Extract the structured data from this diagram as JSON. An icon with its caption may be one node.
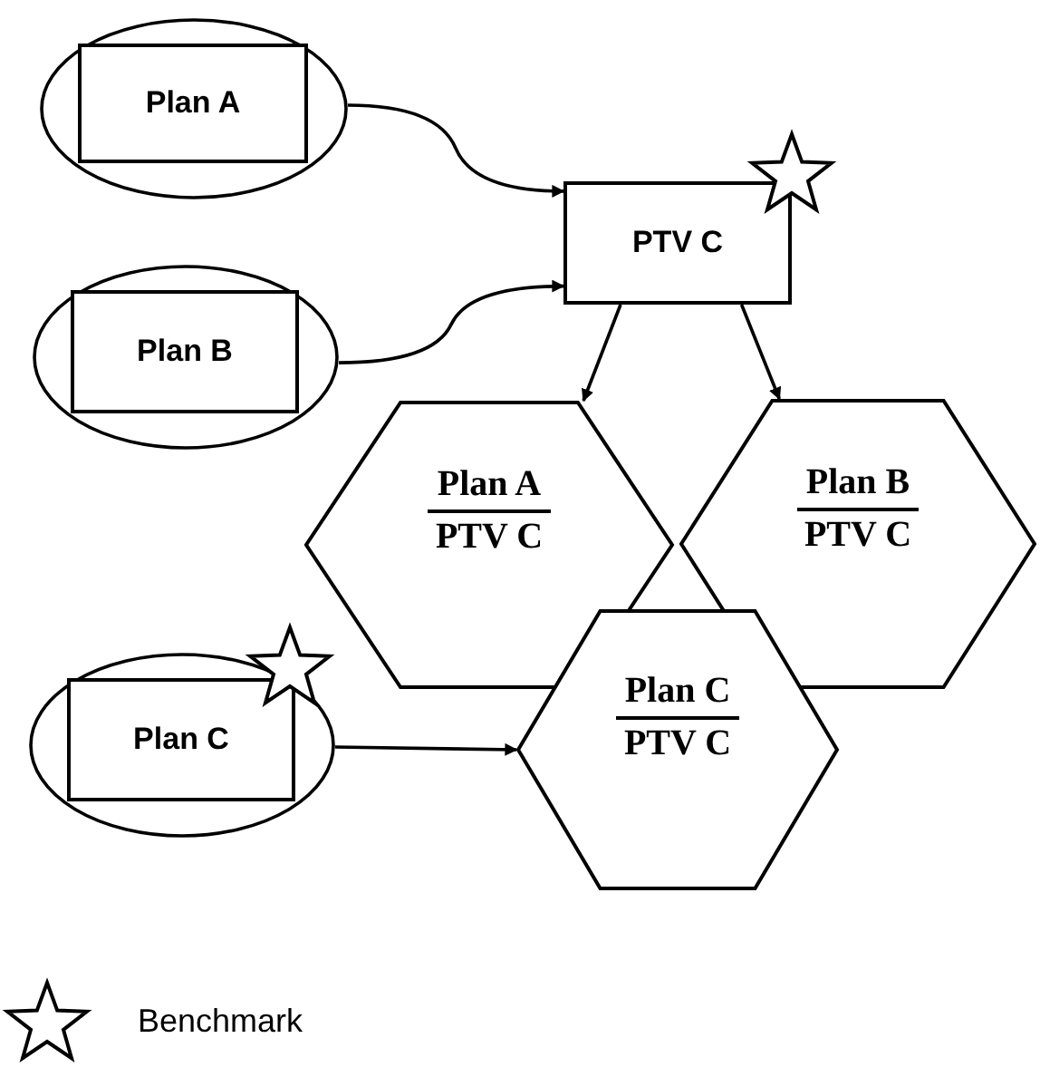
{
  "diagram": {
    "nodes": [
      {
        "text": [],
        "shape": "ellipse"
      },
      {
        "text": [
          "Plan A"
        ],
        "in": 0
      },
      {
        "text": [],
        "shape": "ellipse"
      },
      {
        "text": [
          "Plan B"
        ],
        "in": 2
      },
      {
        "text": [
          "PTV C"
        ]
      },
      {
        "text": [
          "Plan A",
          "PTV C"
        ]
      },
      {
        "text": [
          "Plan B",
          "PTV C"
        ]
      },
      {
        "text": [],
        "shape": "ellipse"
      },
      {
        "text": [
          "Plan C"
        ],
        "in": 7
      },
      {
        "text": [
          "Plan C",
          "PTV C"
        ]
      }
    ],
    "edges": [
      {
        "from": 0,
        "to": 4,
        "arrow": "to"
      },
      {
        "from": 2,
        "to": 4,
        "arrow": "to"
      },
      {
        "from": 4,
        "to": 5,
        "arrow": "to"
      },
      {
        "from": 4,
        "to": 6,
        "arrow": "to"
      },
      {
        "from": 7,
        "to": 9,
        "arrow": "to"
      }
    ],
    "legend": [
      {
        "text": "Benchmark"
      }
    ]
  }
}
